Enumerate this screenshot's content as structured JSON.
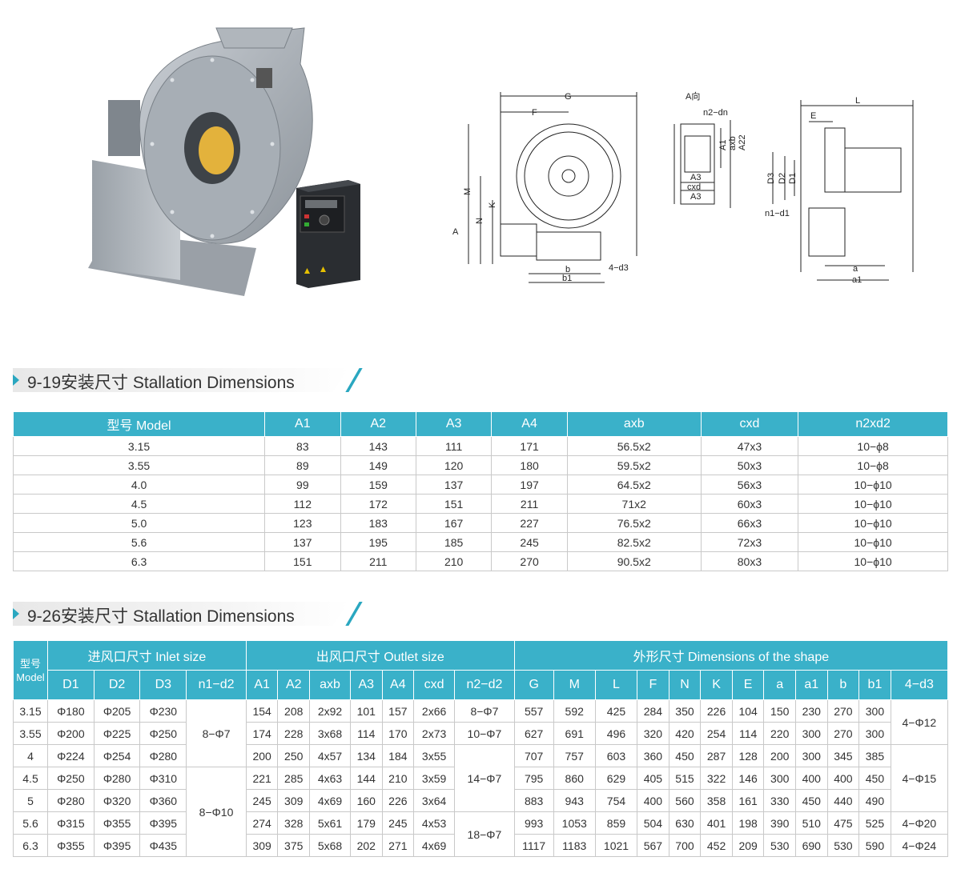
{
  "drawing": {
    "labels": {
      "G": "G",
      "F": "F",
      "M": "M",
      "K": "K",
      "N": "N",
      "A": "A",
      "b": "b",
      "b1": "b1",
      "d3": "4−d3",
      "a_view": "A向",
      "n2dn": "n2−dn",
      "A1": "A1",
      "axb": "axb",
      "A22": "A22",
      "A3": "A3",
      "cxd": "cxd",
      "A3b": "A3",
      "L": "L",
      "E": "E",
      "D3": "D3",
      "D2": "D2",
      "D1": "D1",
      "n1d1": "n1−d1",
      "a": "a",
      "a1": "a1"
    }
  },
  "section1": {
    "title": "9-19安装尺寸 Stallation Dimensions",
    "headers": [
      "型号 Model",
      "A1",
      "A2",
      "A3",
      "A4",
      "axb",
      "cxd",
      "n2xd2"
    ],
    "rows": [
      [
        "3.15",
        "83",
        "143",
        "111",
        "171",
        "56.5x2",
        "47x3",
        "10−ϕ8"
      ],
      [
        "3.55",
        "89",
        "149",
        "120",
        "180",
        "59.5x2",
        "50x3",
        "10−ϕ8"
      ],
      [
        "4.0",
        "99",
        "159",
        "137",
        "197",
        "64.5x2",
        "56x3",
        "10−ϕ10"
      ],
      [
        "4.5",
        "112",
        "172",
        "151",
        "211",
        "71x2",
        "60x3",
        "10−ϕ10"
      ],
      [
        "5.0",
        "123",
        "183",
        "167",
        "227",
        "76.5x2",
        "66x3",
        "10−ϕ10"
      ],
      [
        "5.6",
        "137",
        "195",
        "185",
        "245",
        "82.5x2",
        "72x3",
        "10−ϕ10"
      ],
      [
        "6.3",
        "151",
        "211",
        "210",
        "270",
        "90.5x2",
        "80x3",
        "10−ϕ10"
      ]
    ]
  },
  "section2": {
    "title": "9-26安装尺寸 Stallation Dimensions",
    "group_model": "型号 Model",
    "group_inlet": "进风口尺寸 Inlet size",
    "group_outlet": "出风口尺寸 Outlet size",
    "group_shape": "外形尺寸 Dimensions of the shape",
    "sub": [
      "D1",
      "D2",
      "D3",
      "n1−d2",
      "A1",
      "A2",
      "axb",
      "A3",
      "A4",
      "cxd",
      "n2−d2",
      "G",
      "M",
      "L",
      "F",
      "N",
      "K",
      "E",
      "a",
      "a1",
      "b",
      "b1",
      "4−d3"
    ],
    "rows": [
      [
        "3.15",
        "Φ180",
        "Φ205",
        "Φ230",
        "154",
        "208",
        "2x92",
        "101",
        "157",
        "2x66",
        "557",
        "592",
        "425",
        "284",
        "350",
        "226",
        "104",
        "150",
        "230",
        "270",
        "300"
      ],
      [
        "3.55",
        "Φ200",
        "Φ225",
        "Φ250",
        "174",
        "228",
        "3x68",
        "114",
        "170",
        "2x73",
        "627",
        "691",
        "496",
        "320",
        "420",
        "254",
        "114",
        "220",
        "300",
        "270",
        "300"
      ],
      [
        "4",
        "Φ224",
        "Φ254",
        "Φ280",
        "200",
        "250",
        "4x57",
        "134",
        "184",
        "3x55",
        "707",
        "757",
        "603",
        "360",
        "450",
        "287",
        "128",
        "200",
        "300",
        "345",
        "385"
      ],
      [
        "4.5",
        "Φ250",
        "Φ280",
        "Φ310",
        "221",
        "285",
        "4x63",
        "144",
        "210",
        "3x59",
        "795",
        "860",
        "629",
        "405",
        "515",
        "322",
        "146",
        "300",
        "400",
        "400",
        "450"
      ],
      [
        "5",
        "Φ280",
        "Φ320",
        "Φ360",
        "245",
        "309",
        "4x69",
        "160",
        "226",
        "3x64",
        "883",
        "943",
        "754",
        "400",
        "560",
        "358",
        "161",
        "330",
        "450",
        "440",
        "490"
      ],
      [
        "5.6",
        "Φ315",
        "Φ355",
        "Φ395",
        "274",
        "328",
        "5x61",
        "179",
        "245",
        "4x53",
        "993",
        "1053",
        "859",
        "504",
        "630",
        "401",
        "198",
        "390",
        "510",
        "475",
        "525"
      ],
      [
        "6.3",
        "Φ355",
        "Φ395",
        "Φ435",
        "309",
        "375",
        "5x68",
        "202",
        "271",
        "4x69",
        "1117",
        "1183",
        "1021",
        "567",
        "700",
        "452",
        "209",
        "530",
        "690",
        "530",
        "590"
      ]
    ],
    "n1d2": [
      "8−Φ7",
      "8−Φ10"
    ],
    "n2d2": [
      "8−Φ7",
      "10−Φ7",
      "14−Φ7",
      "18−Φ7"
    ],
    "d3": [
      "4−Φ12",
      "4−Φ15",
      "4−Φ20",
      "4−Φ24"
    ]
  }
}
